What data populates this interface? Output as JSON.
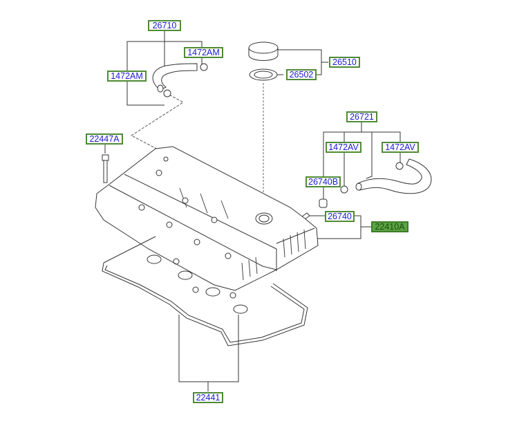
{
  "title": "Rocker Cover - Exploded Parts Diagram",
  "colors": {
    "label_border": "#4f8a36",
    "label_text": "#1a1ad0",
    "selected_fill": "#5aa542",
    "line": "#333333"
  },
  "callouts": [
    {
      "id": "26710",
      "label": "26710",
      "part": "breather-hose-assembly"
    },
    {
      "id": "1472AM_top",
      "label": "1472AM",
      "part": "hose-clamp"
    },
    {
      "id": "1472AM_left",
      "label": "1472AM",
      "part": "hose-clamp"
    },
    {
      "id": "26510",
      "label": "26510",
      "part": "oil-filler-cap-assembly"
    },
    {
      "id": "26502",
      "label": "26502",
      "part": "filler-cap-gasket"
    },
    {
      "id": "26721",
      "label": "26721",
      "part": "ventilation-hose-assembly"
    },
    {
      "id": "1472AV_left",
      "label": "1472AV",
      "part": "hose-clamp"
    },
    {
      "id": "1472AV_right",
      "label": "1472AV",
      "part": "hose-clamp"
    },
    {
      "id": "22447A",
      "label": "22447A",
      "part": "cover-bolt"
    },
    {
      "id": "26740B",
      "label": "26740B",
      "part": "pcv-grommet"
    },
    {
      "id": "26740",
      "label": "26740",
      "part": "pcv-valve"
    },
    {
      "id": "22410A",
      "label": "22410A",
      "part": "rocker-cover",
      "selected": true
    },
    {
      "id": "22441",
      "label": "22441",
      "part": "rocker-cover-gasket"
    }
  ]
}
